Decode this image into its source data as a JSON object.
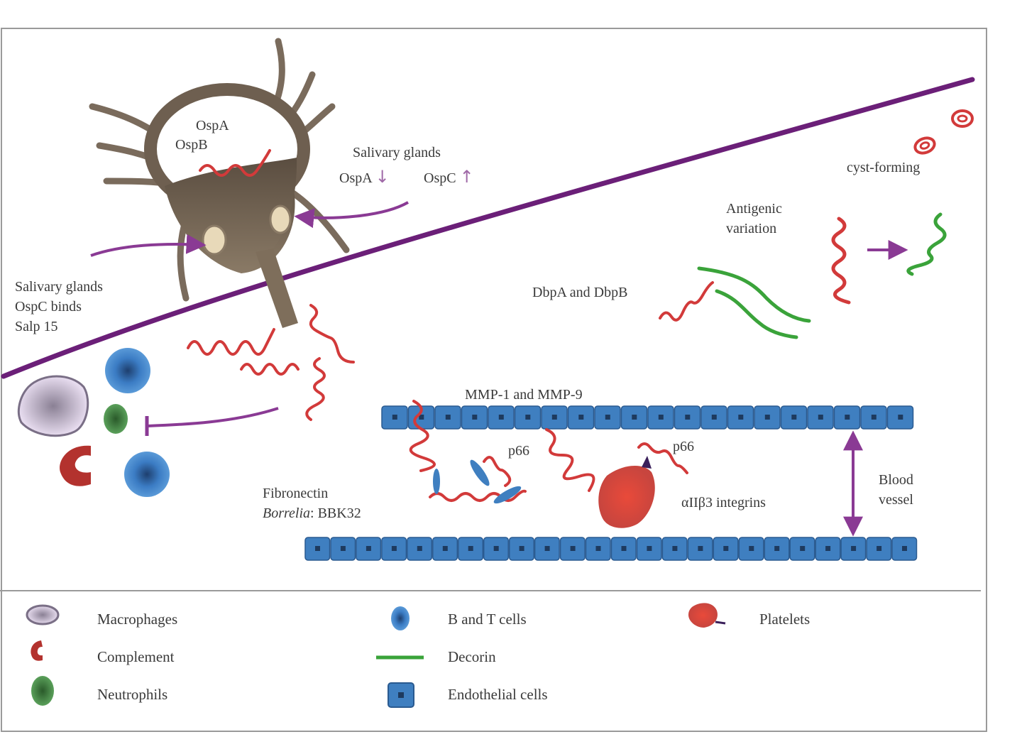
{
  "labels": {
    "ospa": "OspA",
    "ospb": "OspB",
    "salivary_top": "Salivary glands",
    "ospa_down": "OspA",
    "ospc_up": "OspC",
    "salivary_left_line1": "Salivary glands",
    "salivary_left_line2": "OspC binds",
    "salivary_left_line3": "Salp 15",
    "cyst": "cyst-forming",
    "antigenic_line1": "Antigenic",
    "antigenic_line2": "variation",
    "dbp": "DbpA and DbpB",
    "mmp": "MMP-1 and MMP-9",
    "p66_left": "p66",
    "p66_right": "p66",
    "fibronectin": "Fibronectin",
    "borrelia_italic": "Borrelia",
    "borrelia_rest": ": BBK32",
    "integrins": "αIIβ3 integrins",
    "blood_line1": "Blood",
    "blood_line2": "vessel"
  },
  "legend": {
    "macrophages": "Macrophages",
    "complement": "Complement",
    "neutrophils": "Neutrophils",
    "bt_cells": "B and T cells",
    "decorin": "Decorin",
    "endothelial": "Endothelial cells",
    "platelets": "Platelets"
  },
  "colors": {
    "skin_line": "#6b1f78",
    "arrow": "#8a3a94",
    "spirochete": "#d23a3a",
    "decorin": "#3aa33a",
    "endothelial": "#3f7fc0",
    "tick": "#6e5f50"
  }
}
